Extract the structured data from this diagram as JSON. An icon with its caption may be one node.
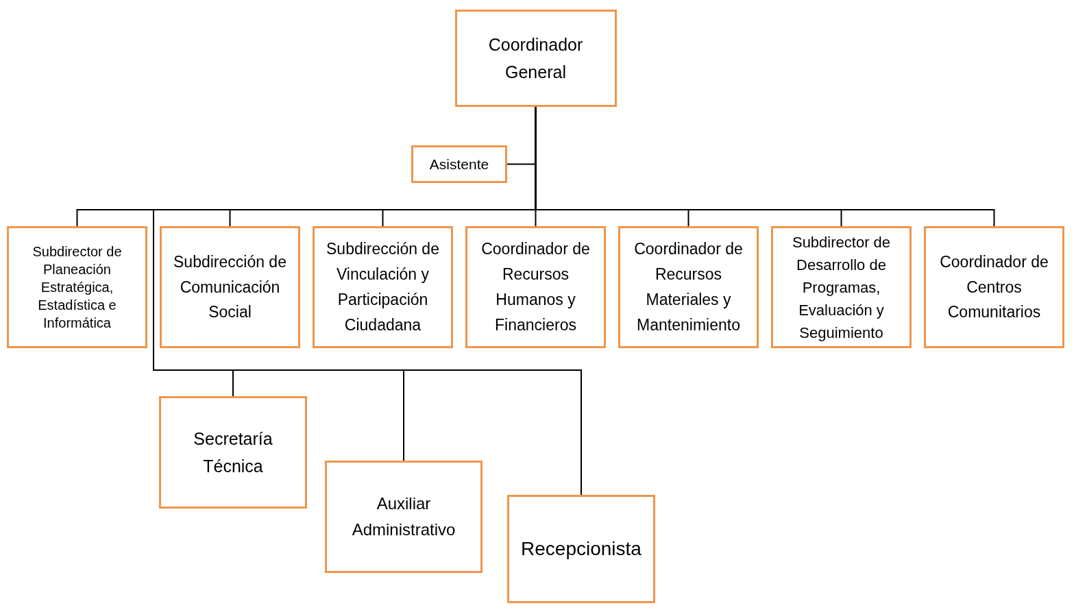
{
  "diagram": {
    "nodes": [
      {
        "text": [
          "Coordinador General"
        ]
      },
      {
        "text": [
          "Asistente"
        ]
      },
      {
        "text": [
          "Subdirector de Planeación Estratégica, Estadística e Informática"
        ]
      },
      {
        "text": [
          "Subdirección de Comunicación Social"
        ]
      },
      {
        "text": [
          "Subdirección de Vinculación y Participación Ciudadana"
        ]
      },
      {
        "text": [
          "Coordinador de Recursos Humanos y Financieros"
        ]
      },
      {
        "text": [
          "Coordinador de Recursos Materiales y Mantenimiento"
        ]
      },
      {
        "text": [
          "Subdirector de Desarrollo de Programas, Evaluación y Seguimiento"
        ]
      },
      {
        "text": [
          "Coordinador de Centros Comunitarios"
        ]
      },
      {
        "text": [
          "Secretaría Técnica"
        ]
      },
      {
        "text": [
          "Auxiliar Administrativo"
        ]
      },
      {
        "text": [
          "Recepcionista"
        ]
      }
    ],
    "edges": [
      {
        "from": 0,
        "to": 1,
        "arrow": "none"
      },
      {
        "from": 0,
        "to": 2,
        "arrow": "none"
      },
      {
        "from": 0,
        "to": 3,
        "arrow": "none"
      },
      {
        "from": 0,
        "to": 4,
        "arrow": "none"
      },
      {
        "from": 0,
        "to": 5,
        "arrow": "none"
      },
      {
        "from": 0,
        "to": 6,
        "arrow": "none"
      },
      {
        "from": 0,
        "to": 7,
        "arrow": "none"
      },
      {
        "from": 0,
        "to": 8,
        "arrow": "none"
      },
      {
        "from": 0,
        "to": 9,
        "arrow": "none"
      },
      {
        "from": 0,
        "to": 10,
        "arrow": "none"
      },
      {
        "from": 0,
        "to": 11,
        "arrow": "none"
      }
    ]
  }
}
